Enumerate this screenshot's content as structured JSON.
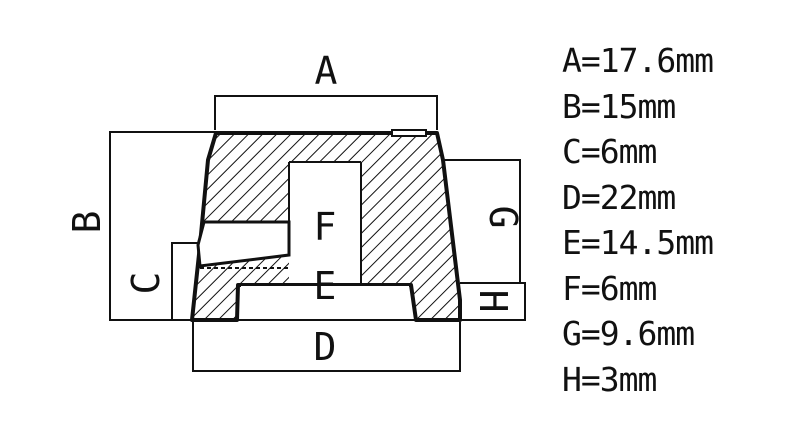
{
  "diagram": {
    "labels": {
      "A": "A",
      "B": "B",
      "C": "C",
      "D": "D",
      "E": "E",
      "F": "F",
      "G": "G",
      "H": "H"
    },
    "specs": [
      "A=17.6mm",
      "B=15mm",
      "C=6mm",
      "D=22mm",
      "E=14.5mm",
      "F=6mm",
      "G=9.6mm",
      "H=3mm"
    ]
  }
}
